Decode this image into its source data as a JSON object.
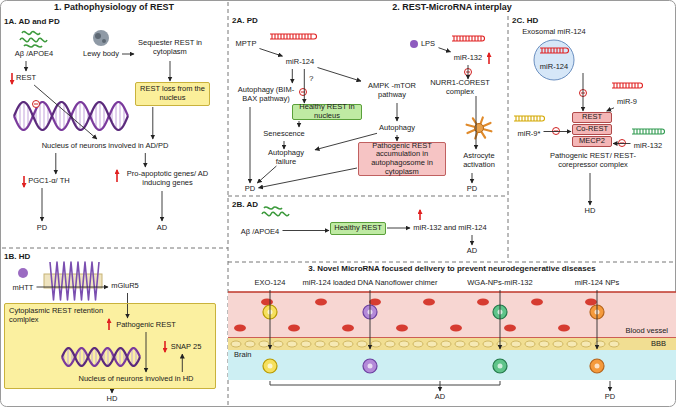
{
  "diagram": {
    "nodes": [
      {
        "text": [
          "1. Pathophysiology of REST"
        ]
      },
      {
        "text": [
          "Aβ /APOE4"
        ],
        "in": 0
      },
      {
        "text": [
          "Lewy body"
        ],
        "in": 0
      },
      {
        "text": [
          "Sequester REST in cytoplasm"
        ],
        "in": 0
      },
      {
        "text": [
          "REST"
        ],
        "in": 0
      },
      {
        "text": [
          "REST loss from the nucleus"
        ],
        "in": 0
      },
      {
        "text": [
          "Nucleus of neurons involved in AD/PD"
        ],
        "in": 0
      },
      {
        "text": [
          "PGC1-α/ TH"
        ],
        "in": 0
      },
      {
        "text": [
          "Pro-apoptotic genes/ AD inducing genes"
        ],
        "in": 0
      },
      {
        "text": [
          "PD"
        ],
        "in": 0
      },
      {
        "text": [
          "AD"
        ],
        "in": 0
      },
      {
        "text": [
          "mHTT"
        ],
        "in": 0
      },
      {
        "text": [
          "mGluR5"
        ],
        "in": 0
      },
      {
        "text": [
          "Cytoplasmic REST retention comlplex"
        ],
        "in": 0
      },
      {
        "text": [
          "Pathogenic REST"
        ],
        "in": 13
      },
      {
        "text": [
          "SNAP 25"
        ],
        "in": 13
      },
      {
        "text": [
          "Nucleus of neurons involved in HD"
        ],
        "in": 13
      },
      {
        "text": [
          "HD"
        ],
        "in": 0
      },
      {
        "text": [
          "2. REST-MicroRNA interplay"
        ]
      },
      {
        "text": [
          "MPTP"
        ],
        "in": 18
      },
      {
        "text": [
          "miR-124"
        ],
        "in": 18
      },
      {
        "text": [
          "Autophagy (BIM-BAX pathway)"
        ],
        "in": 18
      },
      {
        "text": [
          "AMPK -mTOR pathway"
        ],
        "in": 18
      },
      {
        "text": [
          "Healthy REST in nucleus"
        ],
        "in": 18
      },
      {
        "text": [
          "Senescence"
        ],
        "in": 18
      },
      {
        "text": [
          "Autophagy"
        ],
        "in": 18
      },
      {
        "text": [
          "Autophagy failure"
        ],
        "in": 18
      },
      {
        "text": [
          "Pathogenic REST accumulation in autophagosome in cytoplasm"
        ],
        "in": 18
      },
      {
        "text": [
          "PD"
        ],
        "in": 18
      },
      {
        "text": [
          "LPS"
        ],
        "in": 18
      },
      {
        "text": [
          "miR-132"
        ],
        "in": 18
      },
      {
        "text": [
          "NURR1-COREST complex"
        ],
        "in": 18
      },
      {
        "text": [
          "Astrocyte activation"
        ],
        "in": 18
      },
      {
        "text": [
          "PD"
        ],
        "in": 18
      },
      {
        "text": [
          "Aβ /APOE4"
        ],
        "in": 18
      },
      {
        "text": [
          "Healthy REST"
        ],
        "in": 18
      },
      {
        "text": [
          "miR-132 and miR-124"
        ],
        "in": 18
      },
      {
        "text": [
          "AD"
        ],
        "in": 18
      },
      {
        "text": [
          "Exosomal miR-124",
          "miR-124"
        ],
        "in": 18
      },
      {
        "text": [
          "miR-9"
        ],
        "in": 18
      },
      {
        "text": [
          "REST"
        ],
        "in": 18
      },
      {
        "text": [
          "Co-REST"
        ],
        "in": 18
      },
      {
        "text": [
          "MECP2"
        ],
        "in": 18
      },
      {
        "text": [
          "Pathogenic REST/ REST-corepressor complex"
        ],
        "in": 18
      },
      {
        "text": [
          "miR-9*"
        ],
        "in": 18
      },
      {
        "text": [
          "miR-132"
        ],
        "in": 18
      },
      {
        "text": [
          "HD"
        ],
        "in": 18
      },
      {
        "text": [
          "3. Novel MicroRNA focused delivery to prevent neurodegenerative diseases"
        ]
      },
      {
        "text": [
          "EXO-124"
        ],
        "in": 47
      },
      {
        "text": [
          "miR-124 loaded DNA Nanoflower chimer"
        ],
        "in": 47
      },
      {
        "text": [
          "WGA-NPs-miR-132"
        ],
        "in": 47
      },
      {
        "text": [
          "miR-124 NPs"
        ],
        "in": 47
      },
      {
        "text": [
          "Blood vessel"
        ],
        "in": 47
      },
      {
        "text": [
          "BBB"
        ],
        "in": 47
      },
      {
        "text": [
          "Brain"
        ],
        "in": 47
      },
      {
        "text": [
          "AD"
        ],
        "in": 47
      },
      {
        "text": [
          "PD"
        ],
        "in": 47
      }
    ],
    "edges": [
      {
        "from": 1,
        "to": 4,
        "arrow": "to"
      },
      {
        "from": 2,
        "to": 3,
        "arrow": "to"
      },
      {
        "from": 3,
        "to": 5,
        "arrow": "to"
      },
      {
        "from": 4,
        "to": 6,
        "arrow": "to"
      },
      {
        "from": 5,
        "to": 6,
        "arrow": "to"
      },
      {
        "from": 6,
        "to": 7,
        "arrow": "to"
      },
      {
        "from": 6,
        "to": 8,
        "arrow": "to"
      },
      {
        "from": 7,
        "to": 9,
        "arrow": "to"
      },
      {
        "from": 8,
        "to": 10,
        "arrow": "to"
      },
      {
        "from": 11,
        "to": 12,
        "arrow": "to"
      },
      {
        "from": 12,
        "to": 14,
        "arrow": "to"
      },
      {
        "from": 14,
        "to": 16,
        "arrow": "to"
      },
      {
        "from": 16,
        "to": 15,
        "arrow": "to"
      },
      {
        "from": 13,
        "to": 17,
        "arrow": "to"
      },
      {
        "from": 19,
        "to": 20,
        "arrow": "to"
      },
      {
        "from": 20,
        "to": 21,
        "arrow": "to"
      },
      {
        "from": 20,
        "to": 23,
        "arrow": "to"
      },
      {
        "from": 20,
        "to": 22,
        "arrow": "to"
      },
      {
        "from": 21,
        "to": 28,
        "arrow": "to"
      },
      {
        "from": 23,
        "to": 24,
        "arrow": "to"
      },
      {
        "from": 24,
        "to": 26,
        "arrow": "to"
      },
      {
        "from": 22,
        "to": 25,
        "arrow": "to"
      },
      {
        "from": 25,
        "to": 26,
        "arrow": "to"
      },
      {
        "from": 25,
        "to": 27,
        "arrow": "to"
      },
      {
        "from": 26,
        "to": 28,
        "arrow": "to"
      },
      {
        "from": 27,
        "to": 28,
        "arrow": "to"
      },
      {
        "from": 29,
        "to": 30,
        "arrow": "to"
      },
      {
        "from": 30,
        "to": 31,
        "arrow": "to"
      },
      {
        "from": 31,
        "to": 32,
        "arrow": "to"
      },
      {
        "from": 32,
        "to": 33,
        "arrow": "to"
      },
      {
        "from": 34,
        "to": 35,
        "arrow": "to"
      },
      {
        "from": 35,
        "to": 36,
        "arrow": "to"
      },
      {
        "from": 36,
        "to": 37,
        "arrow": "to"
      },
      {
        "from": 38,
        "to": 40,
        "arrow": "to"
      },
      {
        "from": 39,
        "to": 40,
        "arrow": "to"
      },
      {
        "from": 44,
        "to": 41,
        "arrow": "to"
      },
      {
        "from": 45,
        "to": 42,
        "arrow": "to"
      },
      {
        "from": 43,
        "to": 46,
        "arrow": "to"
      },
      {
        "from": 48,
        "to": 54,
        "arrow": "to"
      },
      {
        "from": 49,
        "to": 54,
        "arrow": "to"
      },
      {
        "from": 50,
        "to": 54,
        "arrow": "to"
      },
      {
        "from": 51,
        "to": 54,
        "arrow": "to"
      },
      {
        "from": 54,
        "to": 55,
        "arrow": "to"
      },
      {
        "from": 54,
        "to": 56,
        "arrow": "to"
      }
    ],
    "labels": [
      "1A. AD and PD",
      "1B. HD",
      "2A. PD",
      "?",
      "2B. AD",
      "2C. HD"
    ]
  }
}
